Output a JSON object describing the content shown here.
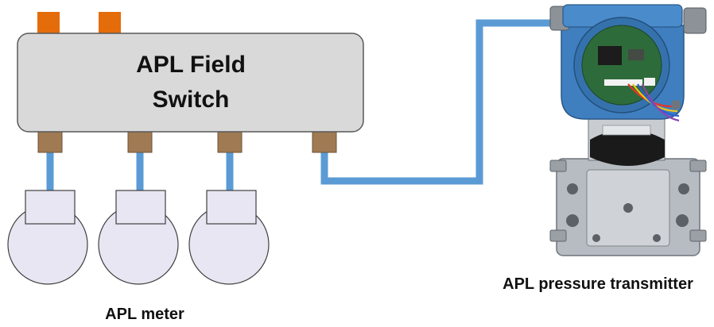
{
  "switch": {
    "label_line1": "APL Field",
    "label_line2": "Switch"
  },
  "meter_caption": "APL meter",
  "transmitter_caption": "APL pressure transmitter",
  "colors": {
    "cable": "#5b9bd5",
    "power_terminal": "#e46c0a",
    "port": "#a07a52",
    "switch_fill": "#d9d9d9",
    "meter_fill": "#e8e6f2",
    "housing_blue": "#3f7fc0",
    "circuit_green": "#2e6b3a",
    "steel": "#b7bcc2"
  },
  "icons": [
    "power-terminal-icon",
    "port-icon",
    "meter-icon",
    "pressure-transmitter-icon"
  ]
}
